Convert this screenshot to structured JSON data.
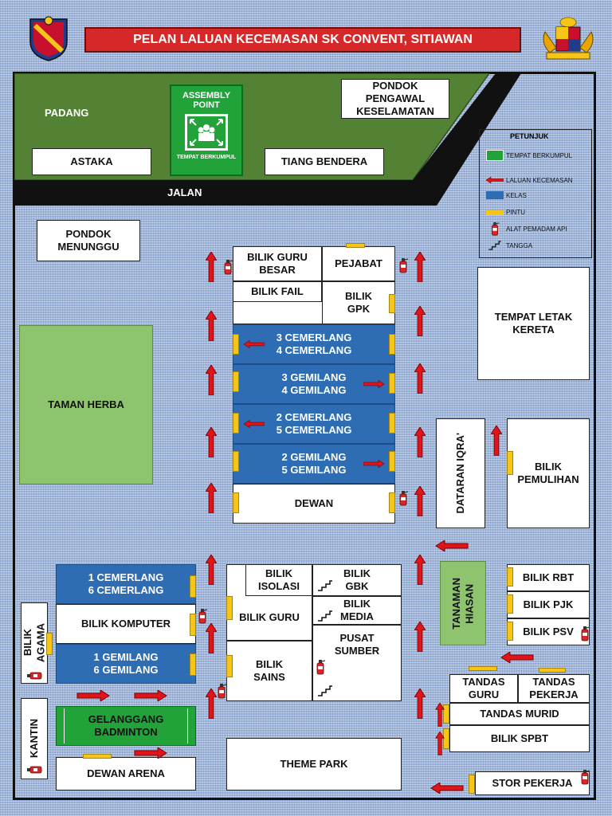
{
  "header": {
    "title": "PELAN LALUAN KECEMASAN SK CONVENT, SITIAWAN"
  },
  "assembly": {
    "line1": "ASSEMBLY",
    "line2": "POINT",
    "caption": "TEMPAT BERKUMPUL"
  },
  "top_area": {
    "padang": "PADANG",
    "astaka": "ASTAKA",
    "pondok_pengawal": "PONDOK\nPENGAWAL\nKESELAMATAN",
    "tiang_bendera": "TIANG BENDERA",
    "jalan": "JALAN"
  },
  "legend": {
    "title": "PETUNJUK",
    "items": [
      {
        "label": "TEMPAT BERKUMPUL",
        "icon": "assembly-point-icon"
      },
      {
        "label": "LALUAN KECEMASAN",
        "icon": "red-arrow-icon"
      },
      {
        "label": "KELAS",
        "icon": "blue-block-icon"
      },
      {
        "label": "PINTU",
        "icon": "yellow-door-icon"
      },
      {
        "label": "ALAT PEMADAM API",
        "icon": "fire-extinguisher-icon"
      },
      {
        "label": "TANGGA",
        "icon": "stairs-icon"
      }
    ]
  },
  "rooms": {
    "pondok_menunggu": "PONDOK\nMENUNGGU",
    "taman_herba": "TAMAN HERBA",
    "bilik_guru_besar": "BILIK GURU\nBESAR",
    "pejabat": "PEJABAT",
    "bilik_fail": "BILIK FAIL",
    "bilik_gpk": "BILIK\nGPK",
    "kelas_1": "3 CEMERLANG\n4 CEMERLANG",
    "kelas_2": "3 GEMILANG\n4 GEMILANG",
    "kelas_3": "2 CEMERLANG\n5 CEMERLANG",
    "kelas_4": "2 GEMILANG\n5 GEMILANG",
    "dewan": "DEWAN",
    "tempat_letak_kereta": "TEMPAT LETAK\nKERETA",
    "dataran_iqra": "DATARAN IQRA'",
    "bilik_pemulihan": "BILIK\nPEMULIHAN",
    "kelas_5": "1 CEMERLANG\n6 CEMERLANG",
    "bilik_komputer": "BILIK KOMPUTER",
    "kelas_6": "1 GEMILANG\n6 GEMILANG",
    "bilik_agama": "BILIK\nAGAMA",
    "kantin": "KANTIN",
    "gelanggang": "GELANGGANG\nBADMINTON",
    "dewan_arena": "DEWAN ARENA",
    "bilik_isolasi": "BILIK\nISOLASI",
    "bilik_gbk": "BILIK\nGBK",
    "bilik_guru": "BILIK GURU",
    "bilik_media": "BILIK\nMEDIA",
    "bilik_sains": "BILIK\nSAINS",
    "pusat_sumber": "PUSAT\nSUMBER",
    "theme_park": "THEME PARK",
    "tanaman_hiasan": "TANAMAN\nHIASAN",
    "bilik_rbt": "BILIK RBT",
    "bilik_pjk": "BILIK PJK",
    "bilik_psv": "BILIK PSV",
    "tandas_guru": "TANDAS\nGURU",
    "tandas_pekerja": "TANDAS\nPEKERJA",
    "tandas_murid": "TANDAS MURID",
    "bilik_spbt": "BILIK SPBT",
    "stor_pekerja": "STOR PEKERJA"
  },
  "colors": {
    "emergency_route": "#e0141b",
    "classroom": "#2e6db3",
    "door": "#f5c518",
    "field": "#548235",
    "assembly": "#21a33a",
    "title_bar": "#d62828"
  }
}
